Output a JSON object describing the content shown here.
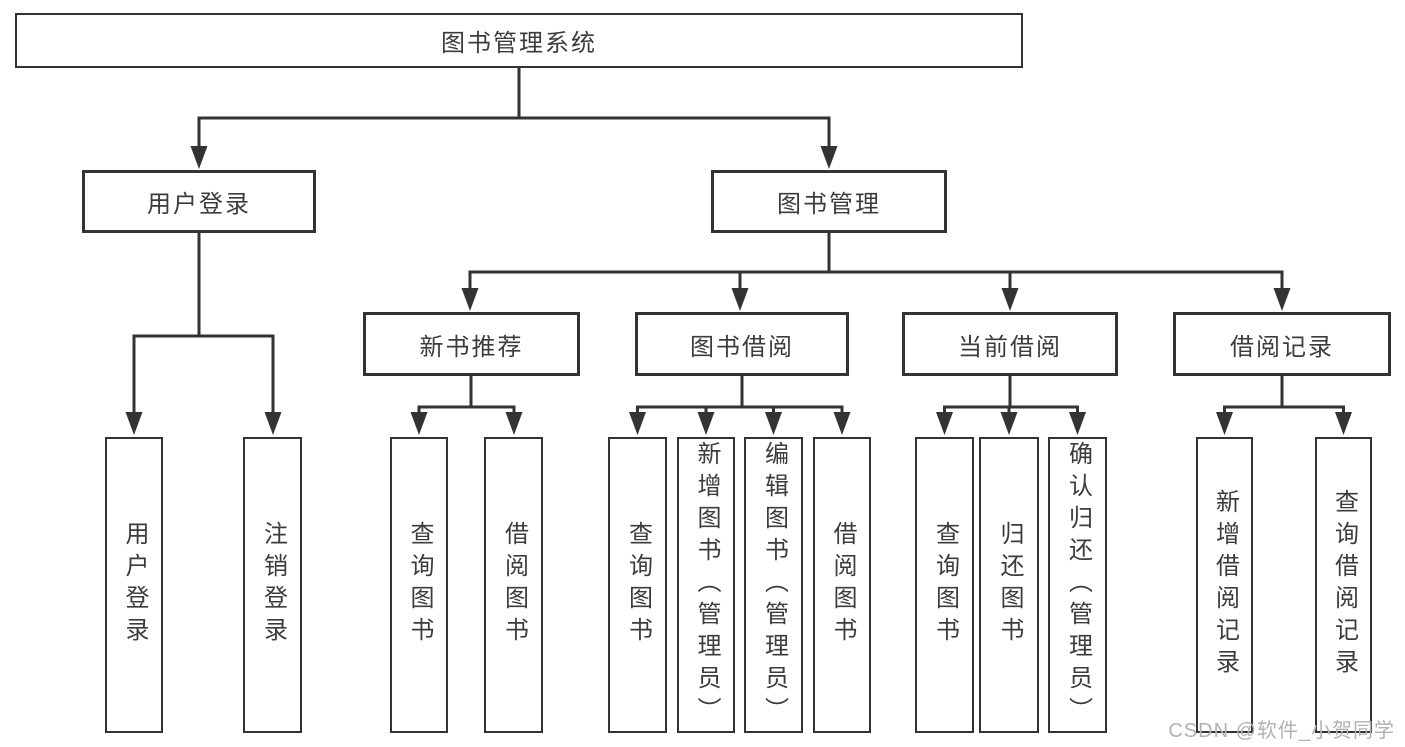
{
  "diagram": {
    "root_label": "图书管理系统",
    "level2": [
      {
        "label": "用户登录"
      },
      {
        "label": "图书管理"
      }
    ],
    "level3": [
      {
        "label": "新书推荐",
        "parent": "图书管理"
      },
      {
        "label": "图书借阅",
        "parent": "图书管理"
      },
      {
        "label": "当前借阅",
        "parent": "图书管理"
      },
      {
        "label": "借阅记录",
        "parent": "图书管理"
      }
    ],
    "leaves": [
      {
        "label": "用户登录",
        "parent": "用户登录"
      },
      {
        "label": "注销登录",
        "parent": "用户登录"
      },
      {
        "label": "查询图书",
        "parent": "新书推荐"
      },
      {
        "label": "借阅图书",
        "parent": "新书推荐"
      },
      {
        "label": "查询图书",
        "parent": "图书借阅"
      },
      {
        "label": "新增图书（管理员）",
        "parent": "图书借阅"
      },
      {
        "label": "编辑图书（管理员）",
        "parent": "图书借阅"
      },
      {
        "label": "借阅图书",
        "parent": "图书借阅"
      },
      {
        "label": "查询图书",
        "parent": "当前借阅"
      },
      {
        "label": "归还图书",
        "parent": "当前借阅"
      },
      {
        "label": "确认归还（管理员）",
        "parent": "当前借阅"
      },
      {
        "label": "新增借阅记录",
        "parent": "借阅记录"
      },
      {
        "label": "查询借阅记录",
        "parent": "借阅记录"
      }
    ]
  },
  "watermark": {
    "text": "CSDN @软件_小贺同学"
  },
  "colors": {
    "line": "#333333",
    "box_border": "#333333",
    "box_fill": "#ffffff",
    "text": "#3c3c3c",
    "watermark": "#b2b2b2",
    "background": "#ffffff"
  }
}
